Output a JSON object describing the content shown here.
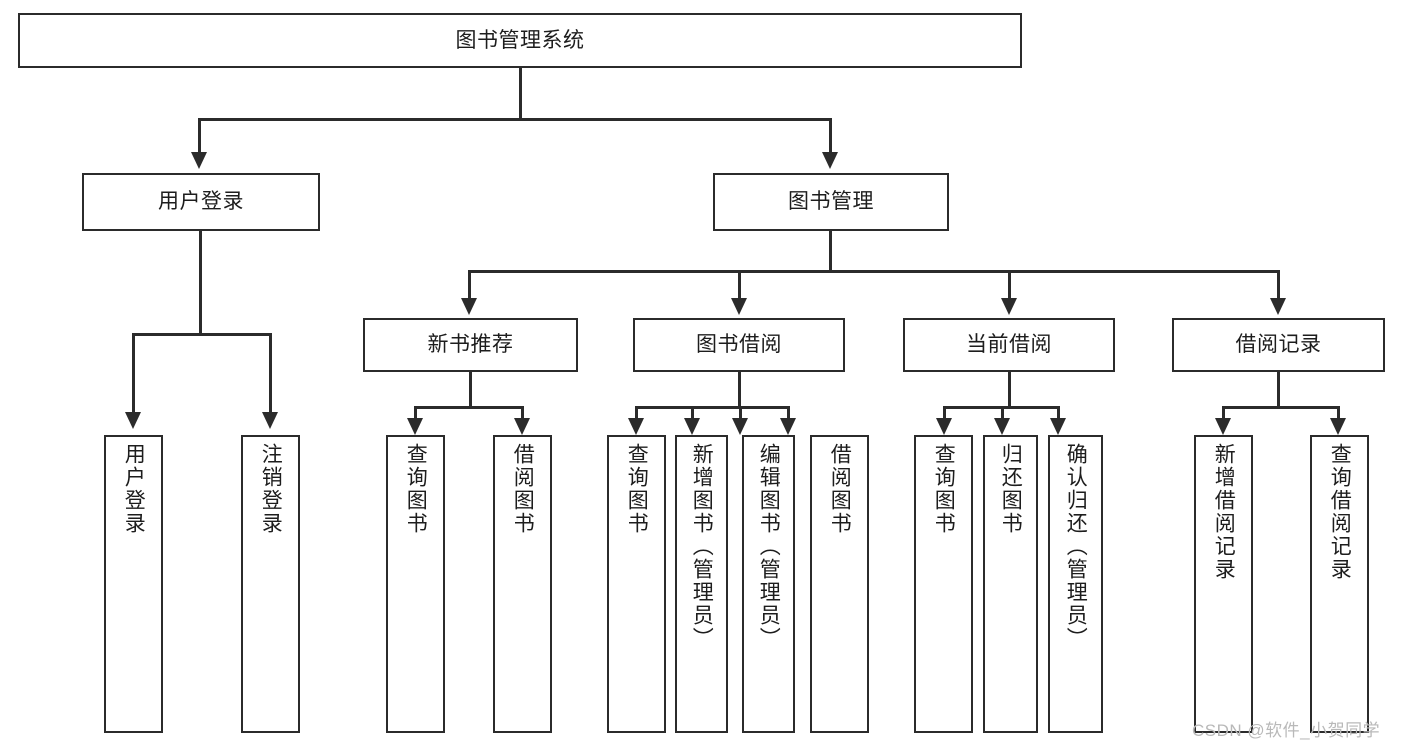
{
  "diagram": {
    "type": "tree-hierarchy",
    "title": "图书管理系统",
    "root": {
      "label": "图书管理系统"
    },
    "level1": [
      {
        "label": "用户登录"
      },
      {
        "label": "图书管理"
      }
    ],
    "level2": [
      {
        "label": "新书推荐"
      },
      {
        "label": "图书借阅"
      },
      {
        "label": "当前借阅"
      },
      {
        "label": "借阅记录"
      }
    ],
    "leaves": {
      "user_login": [
        {
          "label": "用户登录"
        },
        {
          "label": "注销登录"
        }
      ],
      "new_book_recommend": [
        {
          "label": "查询图书"
        },
        {
          "label": "借阅图书"
        }
      ],
      "book_borrow": [
        {
          "label": "查询图书"
        },
        {
          "label": "新增图书（管理员）"
        },
        {
          "label": "编辑图书（管理员）"
        },
        {
          "label": "借阅图书"
        }
      ],
      "current_borrow": [
        {
          "label": "查询图书"
        },
        {
          "label": "归还图书"
        },
        {
          "label": "确认归还（管理员）"
        }
      ],
      "borrow_record": [
        {
          "label": "新增借阅记录"
        },
        {
          "label": "查询借阅记录"
        }
      ]
    }
  },
  "watermark": {
    "text": "CSDN @软件_小贺同学"
  },
  "colors": {
    "stroke": "#2b2b2b",
    "background": "#ffffff",
    "text": "#1d1d1d",
    "watermark": "#b9b9b9"
  }
}
